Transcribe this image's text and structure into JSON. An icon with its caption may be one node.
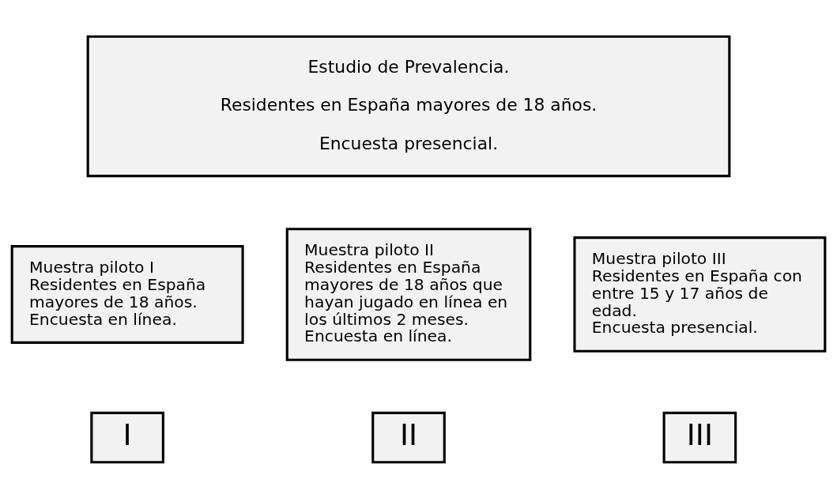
{
  "diagram": {
    "nodes": [
      {
        "text": [
          "Estudio de Prevalencia.",
          "Residentes en España mayores de 18 años.",
          "Encuesta presencial."
        ]
      },
      {
        "text": [
          "Muestra piloto I",
          "Residentes en España mayores de 18 años.",
          "Encuesta en línea."
        ]
      },
      {
        "text": [
          "Muestra piloto II",
          "Residentes en España mayores de 18 años que hayan jugado en línea en los últimos 2 meses.",
          "Encuesta en línea."
        ]
      },
      {
        "text": [
          "Muestra piloto III",
          "Residentes en España con entre 15 y 17 años de edad.",
          "Encuesta presencial."
        ]
      },
      {
        "text": [
          "I"
        ]
      },
      {
        "text": [
          "II"
        ]
      },
      {
        "text": [
          "III"
        ]
      }
    ]
  }
}
